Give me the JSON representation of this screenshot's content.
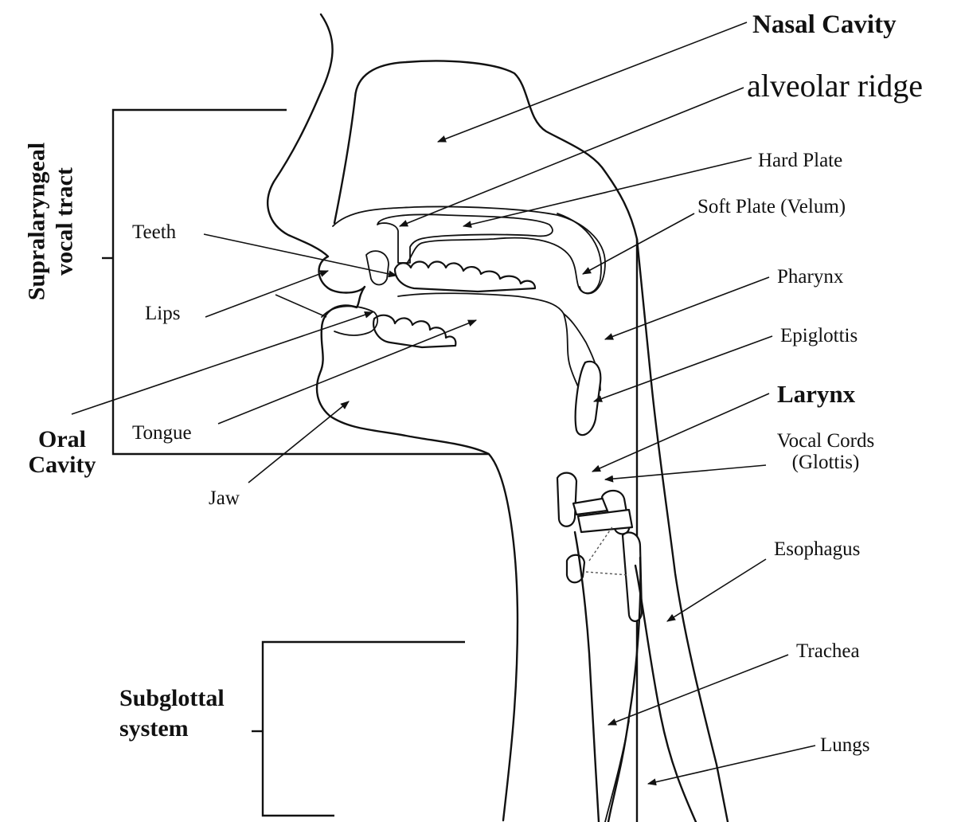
{
  "labels": {
    "nasal_cavity": "Nasal Cavity",
    "alveolar_ridge": "alveolar ridge",
    "hard_plate": "Hard Plate",
    "soft_plate": "Soft Plate (Velum)",
    "pharynx": "Pharynx",
    "epiglottis": "Epiglottis",
    "larynx": "Larynx",
    "vocal_cords_line1": "Vocal Cords",
    "vocal_cords_line2": "(Glottis)",
    "esophagus": "Esophagus",
    "trachea": "Trachea",
    "lungs": "Lungs",
    "teeth": "Teeth",
    "lips": "Lips",
    "tongue": "Tongue",
    "jaw": "Jaw",
    "oral_line1": "Oral",
    "oral_line2": "Cavity",
    "subglottal_line1": "Subglottal",
    "subglottal_line2": "system",
    "supra_line1": "Supralaryngeal",
    "supra_line2": "vocal tract"
  }
}
